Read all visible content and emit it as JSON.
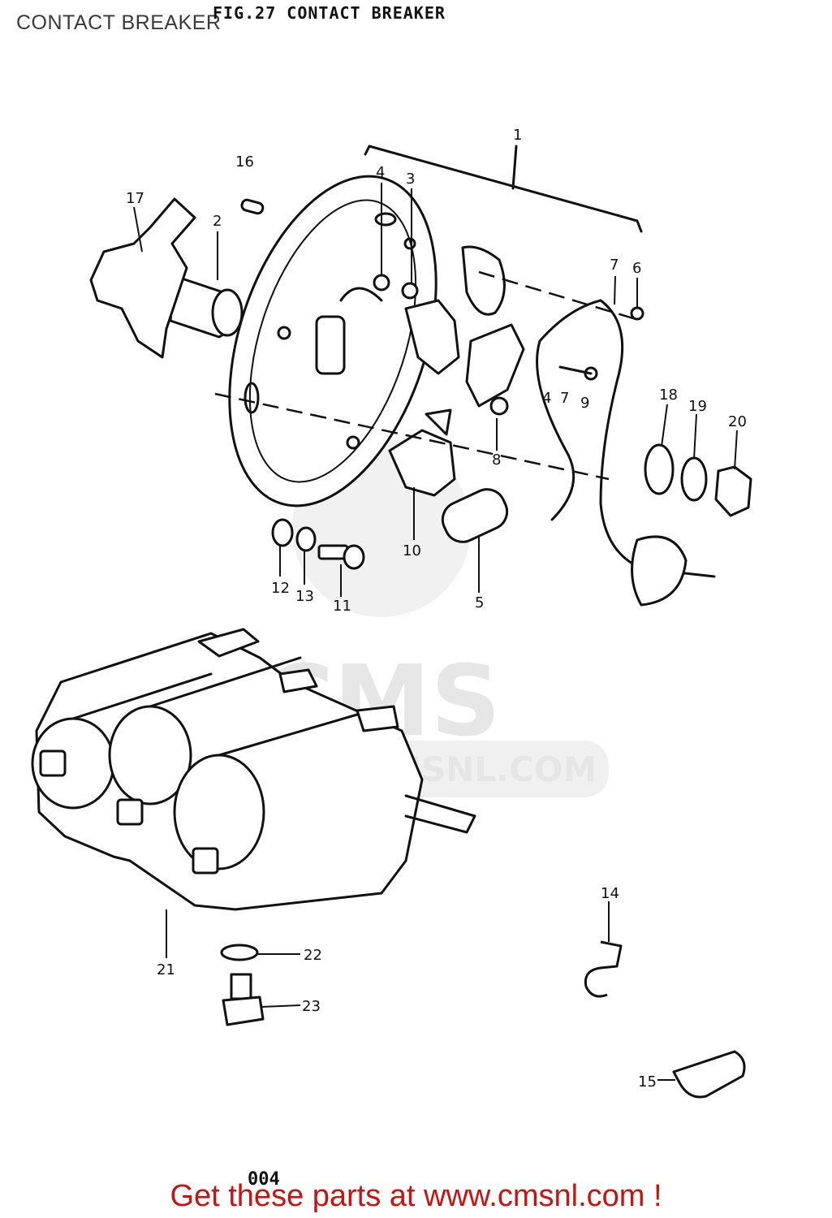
{
  "header": {
    "page_title": "CONTACT BREAKER",
    "figure_title": "FIG.27  CONTACT BREAKER"
  },
  "watermark": {
    "brand": "CMS",
    "url": "WWW.CMSNL.COM"
  },
  "callouts": {
    "c1": "1",
    "c2": "2",
    "c3": "3",
    "c4a": "4",
    "c4b": "4",
    "c5": "5",
    "c6": "6",
    "c7a": "7",
    "c7b": "7",
    "c8": "8",
    "c9": "9",
    "c10": "10",
    "c11": "11",
    "c12": "12",
    "c13": "13",
    "c14": "14",
    "c15": "15",
    "c16": "16",
    "c17": "17",
    "c18": "18",
    "c19": "19",
    "c20": "20",
    "c21": "21",
    "c22": "22",
    "c23": "23"
  },
  "footer": {
    "page_number": "004",
    "promo_prefix": "Get these parts at ",
    "promo_link": "www.cmsnl.com",
    "promo_suffix": " !"
  },
  "colors": {
    "promo": "#cc1111",
    "ink": "#111111",
    "watermark": "#e6e6e6"
  }
}
